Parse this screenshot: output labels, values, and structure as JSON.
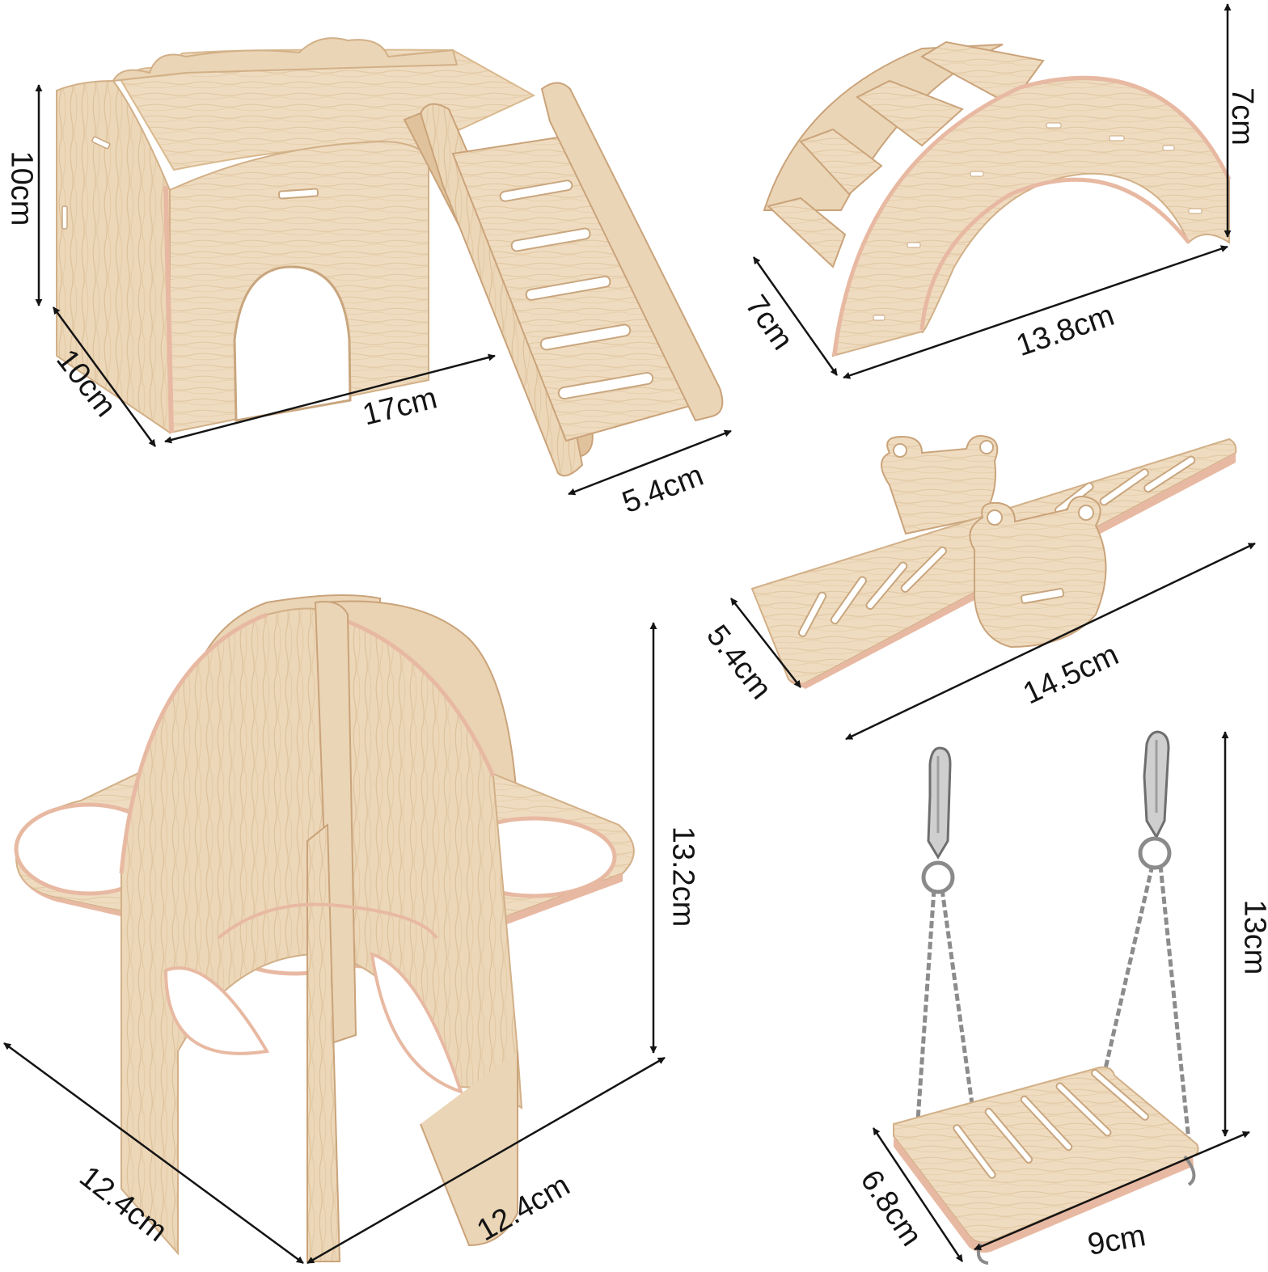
{
  "palette": {
    "wood_light": "#efdcc0",
    "wood_mid": "#e6cdaa",
    "wood_dark": "#d9b98e",
    "wood_edge": "#caa37a",
    "ply_edge": "#e8b9a2",
    "grain": "#d7bf9c",
    "hole_shadow": "#c9a67e",
    "metal_light": "#e2e2e2",
    "metal_mid": "#9e9e9e",
    "metal_dark": "#6e6e6e",
    "dimension_line": "#141414",
    "background": "#ffffff"
  },
  "products": {
    "house": {
      "height": "10cm",
      "depth": "10cm",
      "width": "17cm",
      "ladder_width": "5.4cm"
    },
    "arch_bridge": {
      "height": "7cm",
      "depth": "7cm",
      "length": "13.8cm"
    },
    "seesaw": {
      "width": "5.4cm",
      "length": "14.5cm"
    },
    "climbing_ball": {
      "height": "13.2cm",
      "depth": "12.4cm",
      "width": "12.4cm"
    },
    "swing": {
      "height": "13cm",
      "depth": "6.8cm",
      "width": "9cm"
    }
  }
}
